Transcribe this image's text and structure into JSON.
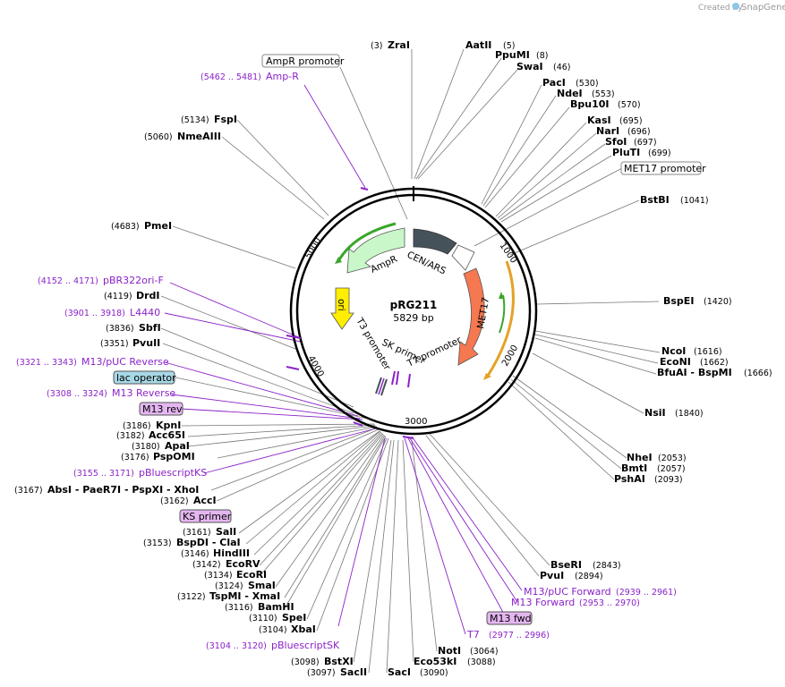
{
  "credit": {
    "text": "Created by",
    "brand": "SnapGene"
  },
  "plasmid": {
    "name": "pRG211",
    "length_label": "5829 bp"
  },
  "ticks": [
    "1000",
    "2000",
    "3000",
    "4000",
    "5000"
  ],
  "colors": {
    "primer": "#8b22c8",
    "ampR": "#c9f7c9",
    "cen_ars": "#46525a",
    "met17": "#f57850",
    "ori": "#ffee00",
    "arc_green": "#3aa52b",
    "arc_orange": "#e4a227",
    "box_purple": "#e4b6f0",
    "box_blue": "#a8d8e6"
  },
  "features": {
    "ampR": "AmpR",
    "cen_ars": "CEN/ARS",
    "met17": "MET17",
    "ori": "ori",
    "t3": "T3 promoter",
    "sk": "SK primer",
    "t7": "T7 promoter"
  },
  "sites": [
    {
      "pos": "(3)",
      "name": "ZraI"
    },
    {
      "pos": "(5)",
      "name": "AatII"
    },
    {
      "pos": "(8)",
      "name": "PpuMI"
    },
    {
      "pos": "(46)",
      "name": "SwaI"
    },
    {
      "pos": "(530)",
      "name": "PacI"
    },
    {
      "pos": "(553)",
      "name": "NdeI"
    },
    {
      "pos": "(570)",
      "name": "Bpu10I"
    },
    {
      "pos": "(695)",
      "name": "KasI"
    },
    {
      "pos": "(696)",
      "name": "NarI"
    },
    {
      "pos": "(697)",
      "name": "SfoI"
    },
    {
      "pos": "(699)",
      "name": "PluTI"
    },
    {
      "pos": "(1041)",
      "name": "BstBI"
    },
    {
      "pos": "(1420)",
      "name": "BspEI"
    },
    {
      "pos": "(1616)",
      "name": "NcoI"
    },
    {
      "pos": "(1662)",
      "name": "EcoNI"
    },
    {
      "pos": "(1666)",
      "name": "BfuAI - BspMI"
    },
    {
      "pos": "(1840)",
      "name": "NsiI"
    },
    {
      "pos": "(2053)",
      "name": "NheI"
    },
    {
      "pos": "(2057)",
      "name": "BmtI"
    },
    {
      "pos": "(2093)",
      "name": "PshAI"
    },
    {
      "pos": "(2843)",
      "name": "BseRI"
    },
    {
      "pos": "(2894)",
      "name": "PvuI"
    },
    {
      "pos": "(3064)",
      "name": "NotI"
    },
    {
      "pos": "(3088)",
      "name": "Eco53kI"
    },
    {
      "pos": "(3090)",
      "name": "SacI"
    },
    {
      "pos": "(3097)",
      "name": "SacII"
    },
    {
      "pos": "(3098)",
      "name": "BstXI"
    },
    {
      "pos": "(3104)",
      "name": "XbaI"
    },
    {
      "pos": "(3110)",
      "name": "SpeI"
    },
    {
      "pos": "(3116)",
      "name": "BamHI"
    },
    {
      "pos": "(3122)",
      "name": "TspMI - XmaI"
    },
    {
      "pos": "(3124)",
      "name": "SmaI"
    },
    {
      "pos": "(3134)",
      "name": "EcoRI"
    },
    {
      "pos": "(3142)",
      "name": "EcoRV"
    },
    {
      "pos": "(3146)",
      "name": "HindIII"
    },
    {
      "pos": "(3153)",
      "name": "BspDI - ClaI"
    },
    {
      "pos": "(3161)",
      "name": "SalI"
    },
    {
      "pos": "(3162)",
      "name": "AccI"
    },
    {
      "pos": "(3167)",
      "name": "AbsI - PaeR7I - PspXI - XhoI"
    },
    {
      "pos": "(3176)",
      "name": "PspOMI"
    },
    {
      "pos": "(3180)",
      "name": "ApaI"
    },
    {
      "pos": "(3182)",
      "name": "Acc65I"
    },
    {
      "pos": "(3186)",
      "name": "KpnI"
    },
    {
      "pos": "(3351)",
      "name": "PvuII"
    },
    {
      "pos": "(3836)",
      "name": "SbfI"
    },
    {
      "pos": "(4119)",
      "name": "DrdI"
    },
    {
      "pos": "(4683)",
      "name": "PmeI"
    },
    {
      "pos": "(5060)",
      "name": "NmeAIII"
    },
    {
      "pos": "(5134)",
      "name": "FspI"
    }
  ],
  "primers": [
    {
      "range": "(5462 .. 5481)",
      "name": "Amp-R"
    },
    {
      "range": "(4152 .. 4171)",
      "name": "pBR322ori-F"
    },
    {
      "range": "(3901 .. 3918)",
      "name": "L4440"
    },
    {
      "range": "(3321 .. 3343)",
      "name": "M13/pUC Reverse"
    },
    {
      "range": "(3308 .. 3324)",
      "name": "M13 Reverse"
    },
    {
      "range": "(3155 .. 3171)",
      "name": "pBluescriptKS"
    },
    {
      "range": "(3104 .. 3120)",
      "name": "pBluescriptSK"
    },
    {
      "range": "(2939 .. 2961)",
      "name": "M13/pUC Forward"
    },
    {
      "range": "(2953 .. 2970)",
      "name": "M13 Forward"
    },
    {
      "range": "(2977 .. 2996)",
      "name": "T7"
    }
  ],
  "boxes": [
    "AmpR promoter",
    "MET17 promoter",
    "lac operator",
    "M13 rev",
    "KS primer",
    "M13 fwd"
  ]
}
